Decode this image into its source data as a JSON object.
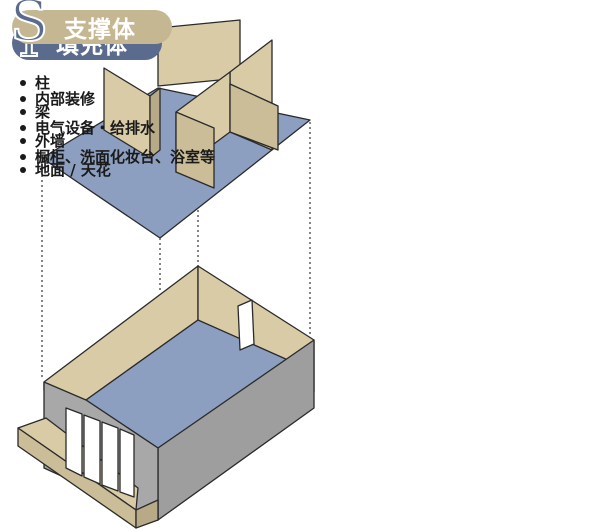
{
  "infill": {
    "letter": "I",
    "title": "填充体",
    "items": [
      "内部装修",
      "电气设备・给排水",
      "橱柜、洗面化妆台、浴室等"
    ]
  },
  "support": {
    "letter": "S",
    "title": "支撑体",
    "items": [
      "柱",
      "梁",
      "外墙",
      "地面 / 天花"
    ]
  },
  "colors": {
    "wall": "#d9cba6",
    "floor": "#8d9fc0",
    "shade": "#9e9e9e",
    "infill_pill": "#5a6b8e",
    "support_pill": "#c4b792"
  }
}
